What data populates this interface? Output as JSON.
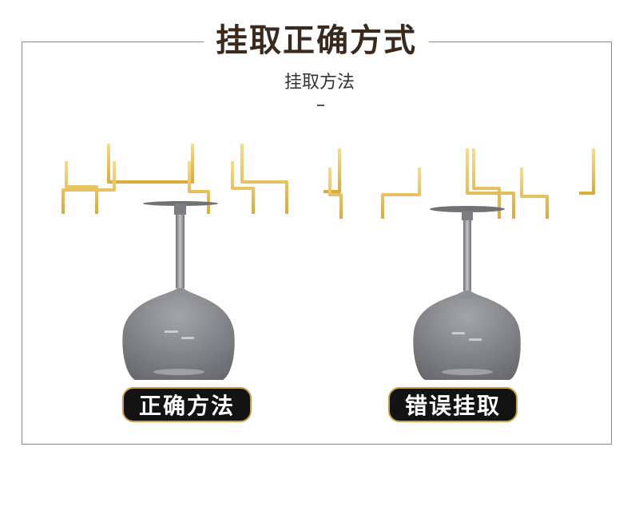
{
  "title": "挂取正确方式",
  "subtitle": "挂取方法",
  "panels": {
    "left": {
      "label": "正确方法"
    },
    "right": {
      "label": "错误挂取"
    }
  },
  "colors": {
    "rack_gold": "#e8c154",
    "label_bg": "#131313",
    "label_border": "#c9a14a",
    "title_text": "#3a2a1e",
    "glass_gray": "#7d7f82"
  }
}
